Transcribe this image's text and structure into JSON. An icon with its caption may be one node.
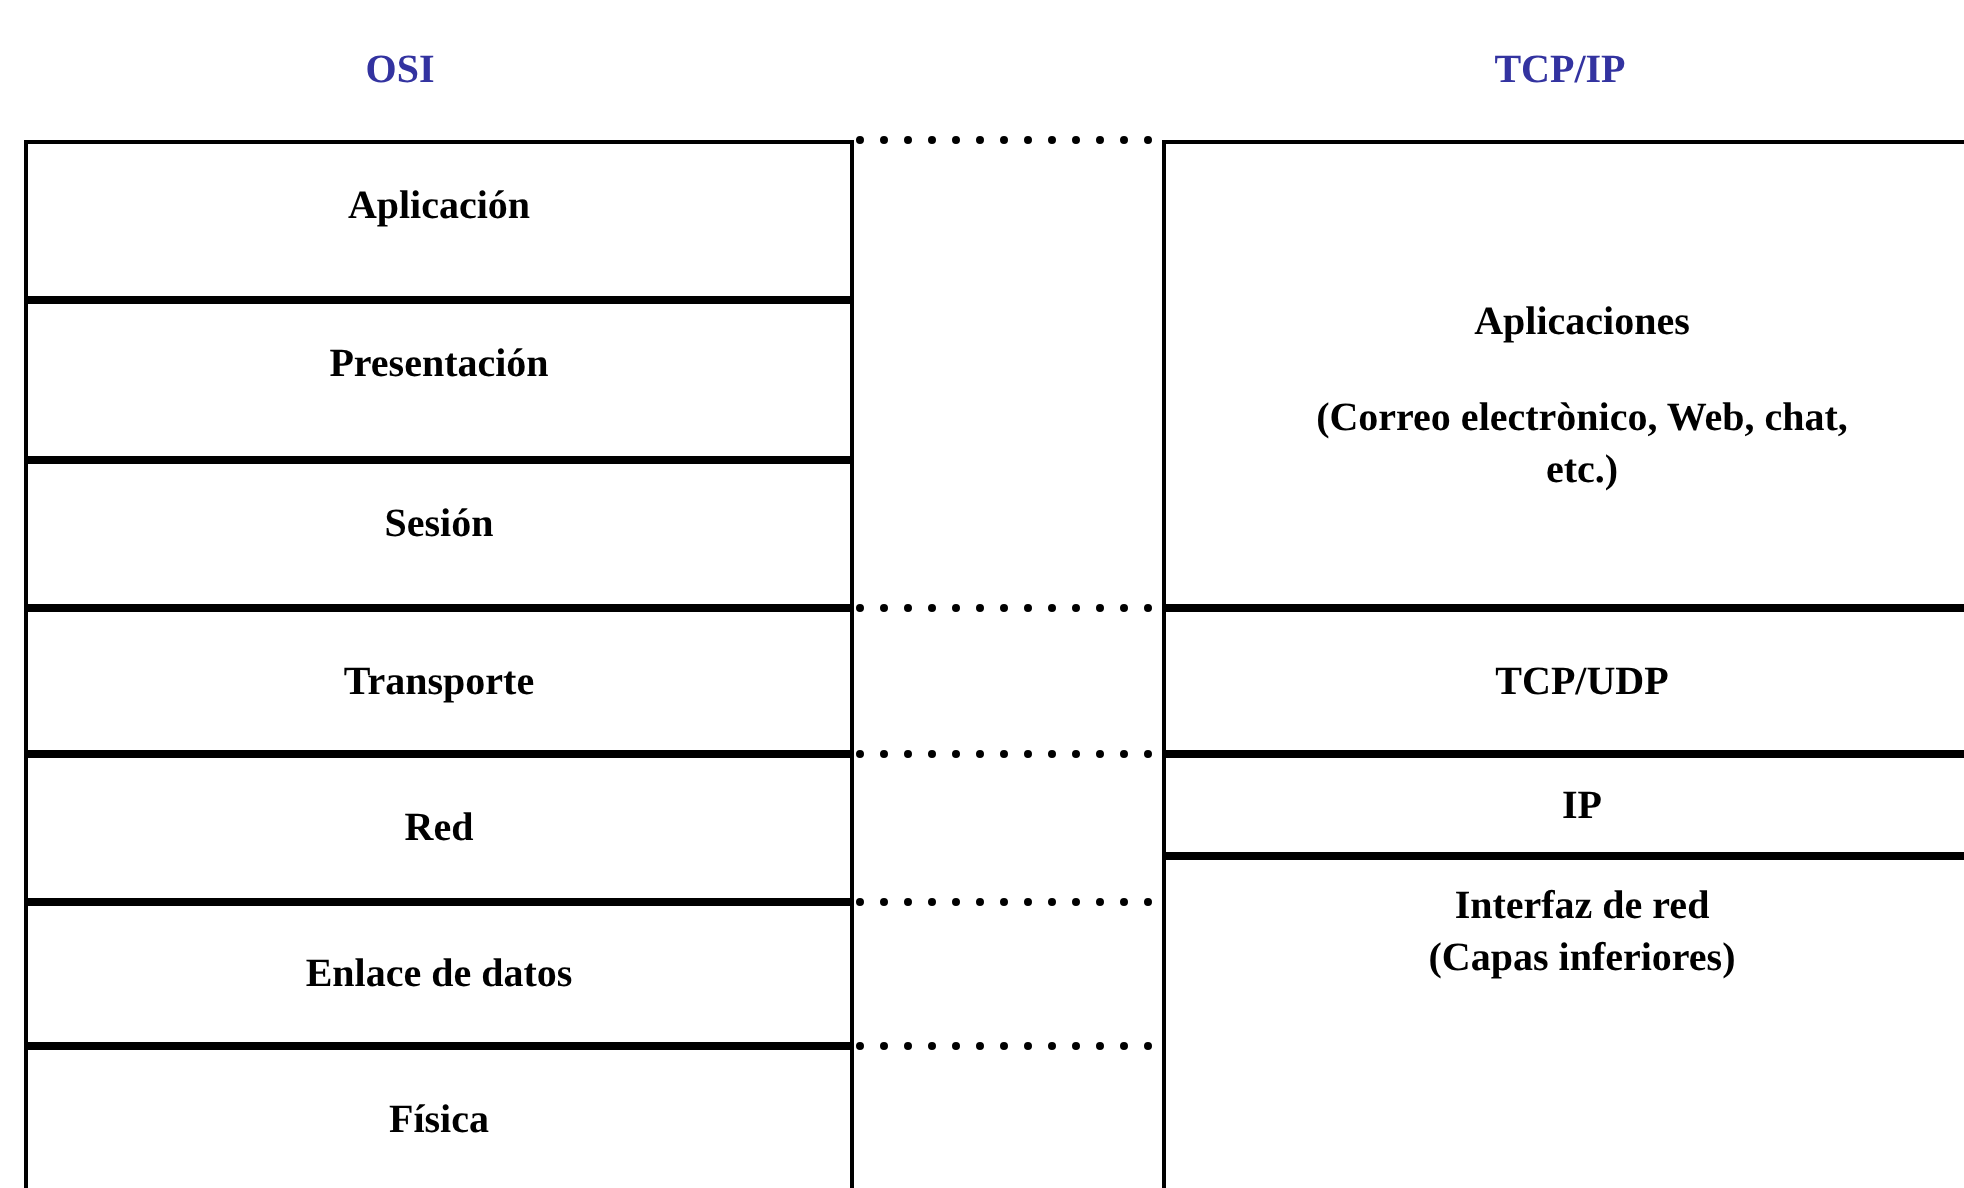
{
  "diagram": {
    "nodes": [
      {
        "text": [
          "Aplicación"
        ]
      },
      {
        "text": [
          "Presentación"
        ]
      },
      {
        "text": [
          "Sesión"
        ]
      },
      {
        "text": [
          "Transporte"
        ]
      },
      {
        "text": [
          "Red"
        ]
      },
      {
        "text": [
          "Enlace de datos"
        ]
      },
      {
        "text": [
          "Física"
        ]
      },
      {
        "text": [
          "Aplicaciones",
          "(Correo electrònico, Web, chat, etc.)"
        ]
      },
      {
        "text": [
          "TCP/UDP"
        ]
      },
      {
        "text": [
          "IP"
        ]
      },
      {
        "text": [
          "Interfaz de red",
          "(Capas inferiores)"
        ]
      }
    ],
    "labels": [
      "OSI",
      "TCP/IP"
    ]
  }
}
